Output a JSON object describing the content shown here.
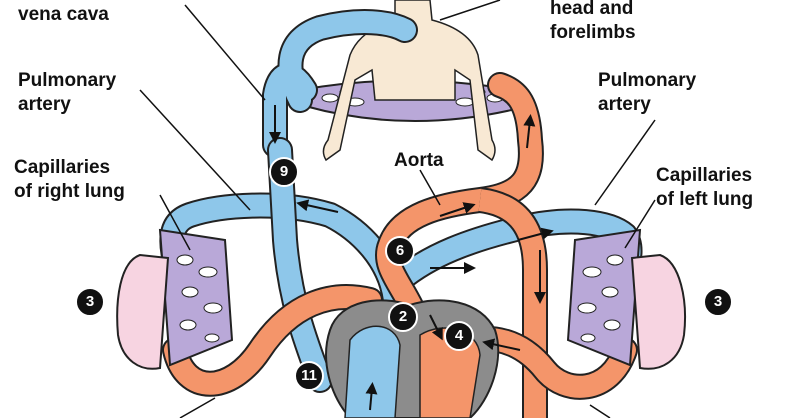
{
  "labels": {
    "vena_cava": "vena cava",
    "head_forelimbs_1": "head and",
    "head_forelimbs_2": "forelimbs",
    "pulm_artery_left_1": "Pulmonary",
    "pulm_artery_left_2": "artery",
    "pulm_artery_right_1": "Pulmonary",
    "pulm_artery_right_2": "artery",
    "cap_right_lung_1": "Capillaries",
    "cap_right_lung_2": "of right lung",
    "cap_left_lung_1": "Capillaries",
    "cap_left_lung_2": "of left lung",
    "aorta": "Aorta"
  },
  "steps": {
    "s9": "9",
    "s6": "6",
    "s2": "2",
    "s4": "4",
    "s11": "11",
    "s3_left": "3",
    "s3_right": "3"
  },
  "colors": {
    "oxygen_poor": "#8ec7ea",
    "oxygen_rich": "#f4956a",
    "capillary": "#b9a8d8",
    "lung": "#f7d4e1",
    "heart": "#8c8c8c",
    "body_skin": "#f8e9d4"
  }
}
